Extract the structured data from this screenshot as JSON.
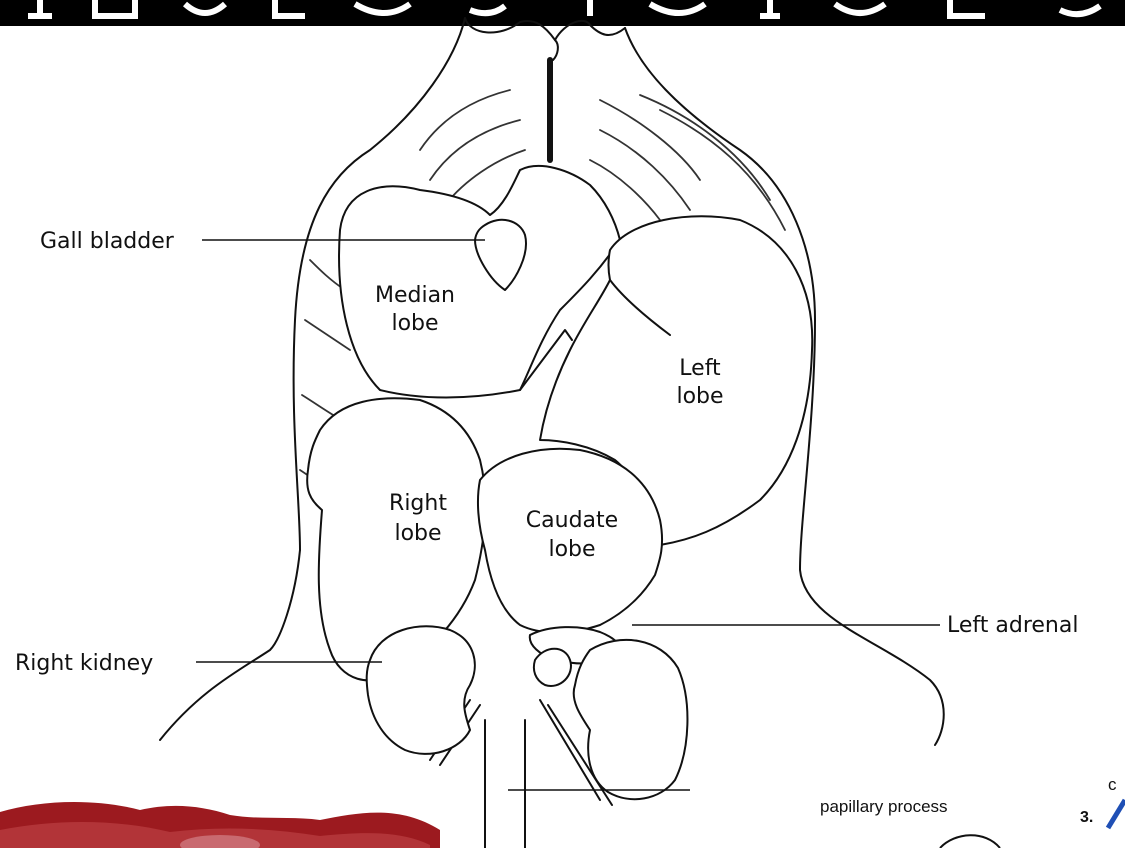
{
  "labels": {
    "gall_bladder": "Gall bladder",
    "median_lobe_1": "Median",
    "median_lobe_2": "lobe",
    "left_lobe_1": "Left",
    "left_lobe_2": "lobe",
    "right_lobe_1": "Right",
    "right_lobe_2": "lobe",
    "caudate_lobe_1": "Caudate",
    "caudate_lobe_2": "lobe",
    "left_adrenal": "Left adrenal",
    "right_kidney": "Right kidney",
    "papillary_process": "papillary process",
    "number_three": "3.",
    "edge_letter": "c"
  },
  "colors": {
    "header_bar": "#000000",
    "header_text": "#ffffff",
    "ink": "#111111",
    "blue_accent": "#1f4fb5",
    "photo_red": "#9c1a1f"
  }
}
